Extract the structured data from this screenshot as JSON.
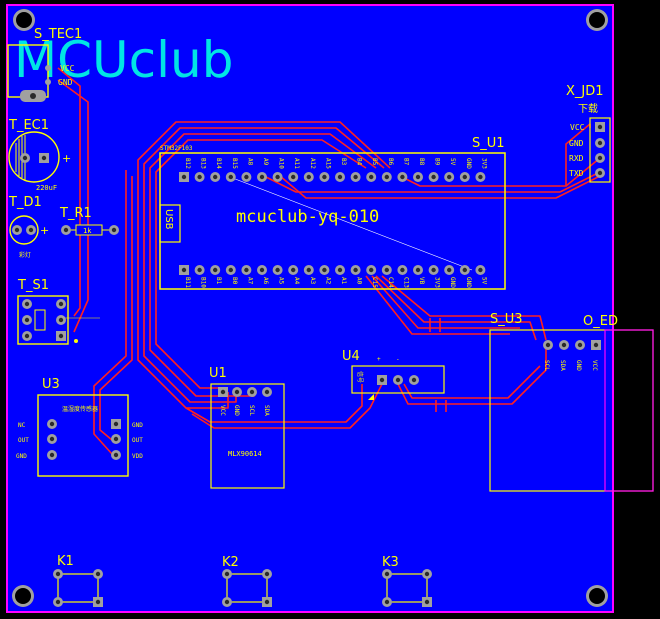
{
  "title": "MCUclub",
  "board_name": "mcuclub-yq-010",
  "colors": {
    "background": "#000000",
    "board": "#0000ff",
    "outline": "#ff00ff",
    "silkscreen": "#ffff00",
    "trace": "#ff2020",
    "pad": "#a0a0a0",
    "title": "#00e5e5"
  },
  "components": {
    "s_tec1": {
      "ref": "S_TEC1",
      "pin1": "VCC",
      "pin2": "GND"
    },
    "t_ec1": {
      "ref": "T_EC1",
      "value": "220uF",
      "polarity": "+"
    },
    "t_d1": {
      "ref": "T_D1",
      "polarity": "+",
      "note": "彩灯"
    },
    "t_r1": {
      "ref": "T_R1",
      "value": "1k"
    },
    "t_s1": {
      "ref": "T_S1"
    },
    "u3": {
      "ref": "U3",
      "name": "温湿度传感器",
      "pins_left": [
        "NC",
        "OUT",
        "GND"
      ],
      "pins_right": [
        "GND",
        "OUT",
        "VDD"
      ]
    },
    "s_u1": {
      "ref": "S_U1",
      "usb": "USB",
      "header": "STM32F103"
    },
    "x_jd1": {
      "ref": "X_JD1",
      "sub": "下载",
      "pins": [
        "VCC",
        "GND",
        "RXD",
        "TXD"
      ]
    },
    "u1": {
      "ref": "U1",
      "part": "MLX90614",
      "pins": [
        "VCC",
        "GND",
        "SCL",
        "SDA"
      ]
    },
    "u4": {
      "ref": "U4",
      "pins": [
        "信号",
        "+",
        "-"
      ]
    },
    "s_u3": {
      "ref": "S_U3",
      "pins": [
        "SCL",
        "SDA",
        "GND",
        "VCC"
      ]
    },
    "o_ed": {
      "ref": "O_ED"
    },
    "k1": {
      "ref": "K1"
    },
    "k2": {
      "ref": "K2"
    },
    "k3": {
      "ref": "K3"
    }
  },
  "mcu_top_pins": [
    "B12",
    "B13",
    "B14",
    "B15",
    "A8",
    "A9",
    "A10",
    "A11",
    "A12",
    "A15",
    "B3",
    "B4",
    "B5",
    "B6",
    "B7",
    "B8",
    "B9",
    "5V",
    "GND",
    "3V3"
  ],
  "mcu_bottom_pins": [
    "B11",
    "B10",
    "B1",
    "B0",
    "A7",
    "A6",
    "A5",
    "A4",
    "A3",
    "A2",
    "A1",
    "A0",
    "C15",
    "C14",
    "C13",
    "VB",
    "3V3",
    "GND",
    "GND",
    "5V"
  ]
}
